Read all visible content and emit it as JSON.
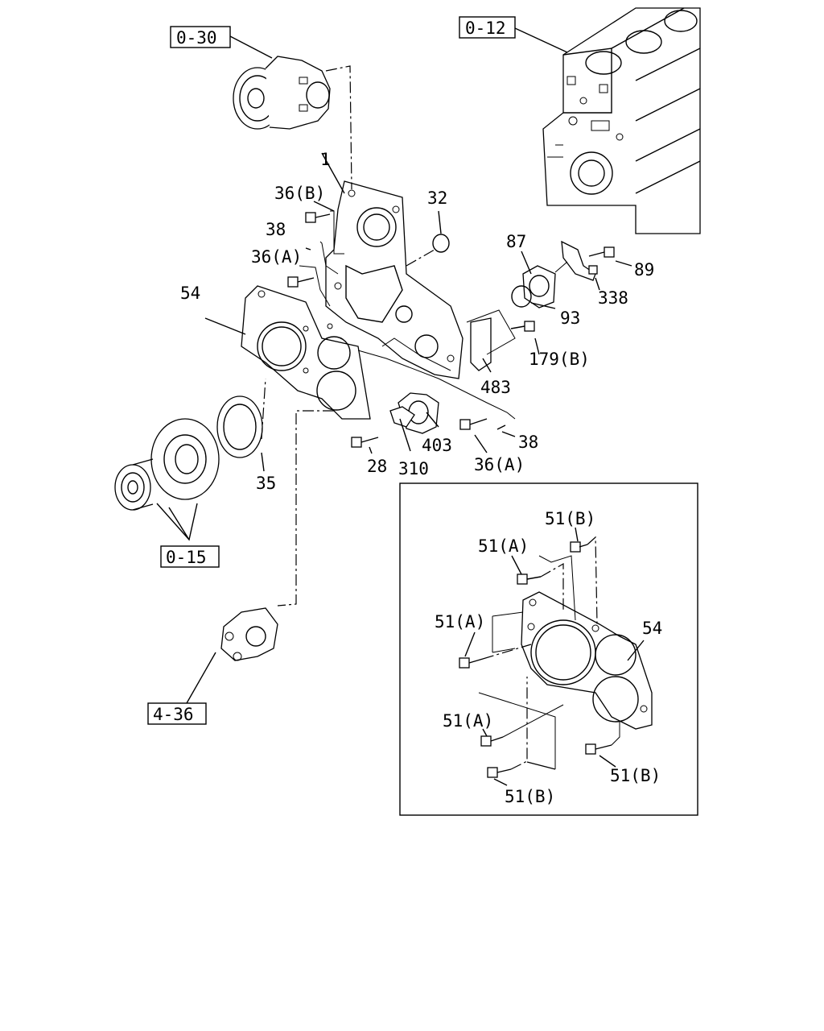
{
  "refs": {
    "r030": "0-30",
    "r012": "0-12",
    "r015": "0-15",
    "r436": "4-36"
  },
  "labels": {
    "p1": "1",
    "p32": "32",
    "p36b": "36(B)",
    "p38a": "38",
    "p36a_top": "36(A)",
    "p54": "54",
    "p87": "87",
    "p89": "89",
    "p338": "338",
    "p93": "93",
    "p179b": "179(B)",
    "p483": "483",
    "p403": "403",
    "p38b": "38",
    "p28": "28",
    "p310": "310",
    "p36a_bot": "36(A)",
    "p35": "35"
  },
  "inset": {
    "l51b_top": "51(B)",
    "l51a_1": "51(A)",
    "l51a_2": "51(A)",
    "l54": "54",
    "l51a_3": "51(A)",
    "l51b_right": "51(B)",
    "l51b_bottom": "51(B)"
  }
}
